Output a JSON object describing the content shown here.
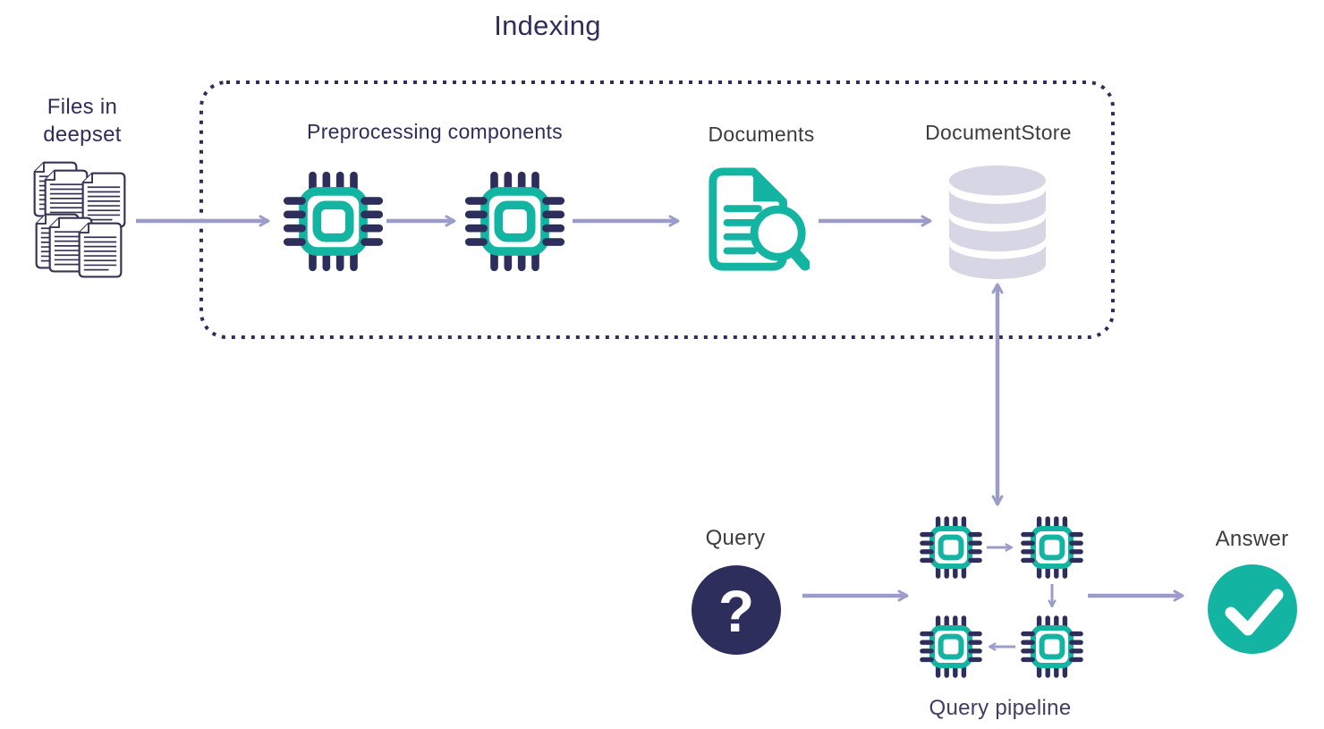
{
  "title": "Indexing",
  "colors": {
    "navy": "#2E2E5C",
    "teal": "#13B5A2",
    "arrow": "#9B9CC8",
    "database_gray": "#D6D6E4",
    "label_dark": "#3C3C3C",
    "pipeline_label_slate": "#3F3D63",
    "background": "#FFFFFF"
  },
  "indexing_section": {
    "files_label": {
      "line1": "Files in",
      "line2": "deepset"
    },
    "preprocessing_label": "Preprocessing components",
    "documents_label": "Documents",
    "documentstore_label": "DocumentStore"
  },
  "query_section": {
    "query_label": "Query",
    "pipeline_label": "Query pipeline",
    "answer_label": "Answer"
  },
  "icon_glyphs": {
    "question_mark": "?"
  },
  "icons": {
    "files": "document-stack-icon",
    "preprocessing": "chip-icon",
    "documents": "document-search-icon",
    "documentstore": "database-icon",
    "query": "question-circle-icon",
    "pipeline": "chip-icon",
    "answer": "check-circle-icon"
  }
}
